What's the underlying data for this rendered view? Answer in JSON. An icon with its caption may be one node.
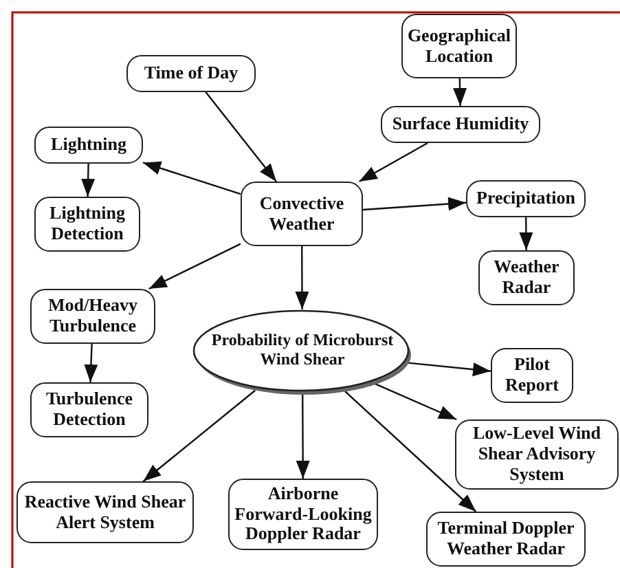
{
  "diagram": {
    "nodes": [
      {
        "text": [
          "Geographical Location"
        ]
      },
      {
        "text": [
          "Time of Day"
        ]
      },
      {
        "text": [
          "Surface Humidity"
        ]
      },
      {
        "text": [
          "Lightning"
        ]
      },
      {
        "text": [
          "Convective Weather"
        ]
      },
      {
        "text": [
          "Precipitation"
        ]
      },
      {
        "text": [
          "Lightning Detection"
        ]
      },
      {
        "text": [
          "Weather Radar"
        ]
      },
      {
        "text": [
          "Mod/Heavy Turbulence"
        ]
      },
      {
        "text": [
          "Probability of Microburst Wind Shear"
        ]
      },
      {
        "text": [
          "Pilot Report"
        ]
      },
      {
        "text": [
          "Turbulence Detection"
        ]
      },
      {
        "text": [
          "Low-Level Wind Shear Advisory System"
        ]
      },
      {
        "text": [
          "Reactive Wind Shear Alert System"
        ]
      },
      {
        "text": [
          "Airborne Forward-Looking Doppler Radar"
        ]
      },
      {
        "text": [
          "Terminal Doppler Weather Radar"
        ]
      }
    ],
    "edges": [
      {
        "from": 0,
        "to": 2,
        "arrow": "to"
      },
      {
        "from": 1,
        "to": 4,
        "arrow": "to"
      },
      {
        "from": 2,
        "to": 4,
        "arrow": "to"
      },
      {
        "from": 4,
        "to": 3,
        "arrow": "to"
      },
      {
        "from": 3,
        "to": 6,
        "arrow": "to"
      },
      {
        "from": 4,
        "to": 5,
        "arrow": "to"
      },
      {
        "from": 5,
        "to": 7,
        "arrow": "to"
      },
      {
        "from": 4,
        "to": 8,
        "arrow": "to"
      },
      {
        "from": 4,
        "to": 9,
        "arrow": "to"
      },
      {
        "from": 8,
        "to": 11,
        "arrow": "to"
      },
      {
        "from": 9,
        "to": 10,
        "arrow": "to"
      },
      {
        "from": 9,
        "to": 12,
        "arrow": "to"
      },
      {
        "from": 9,
        "to": 13,
        "arrow": "to"
      },
      {
        "from": 9,
        "to": 14,
        "arrow": "to"
      },
      {
        "from": 9,
        "to": 15,
        "arrow": "to"
      }
    ]
  }
}
